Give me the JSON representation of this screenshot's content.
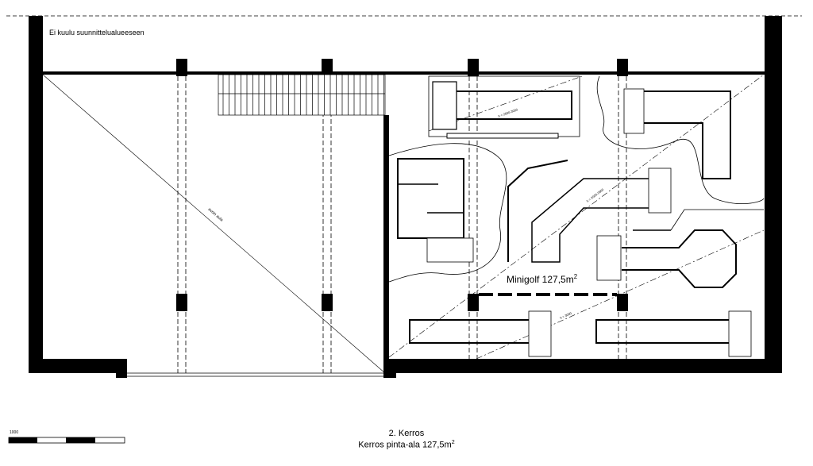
{
  "plan": {
    "note": "Ei kuulu suunnittelualueeseen",
    "void_label": "avoin aula",
    "area_label": "Minigolf 127,5m",
    "area_label_sup": "2",
    "dim_labels": [
      "h = 2500-3000",
      "h = 2000-2800",
      "h = 3000"
    ]
  },
  "footer": {
    "floor": "2. Kerros",
    "area": "Kerros pinta-ala 127,5m",
    "area_sup": "2",
    "scale": "1000"
  }
}
